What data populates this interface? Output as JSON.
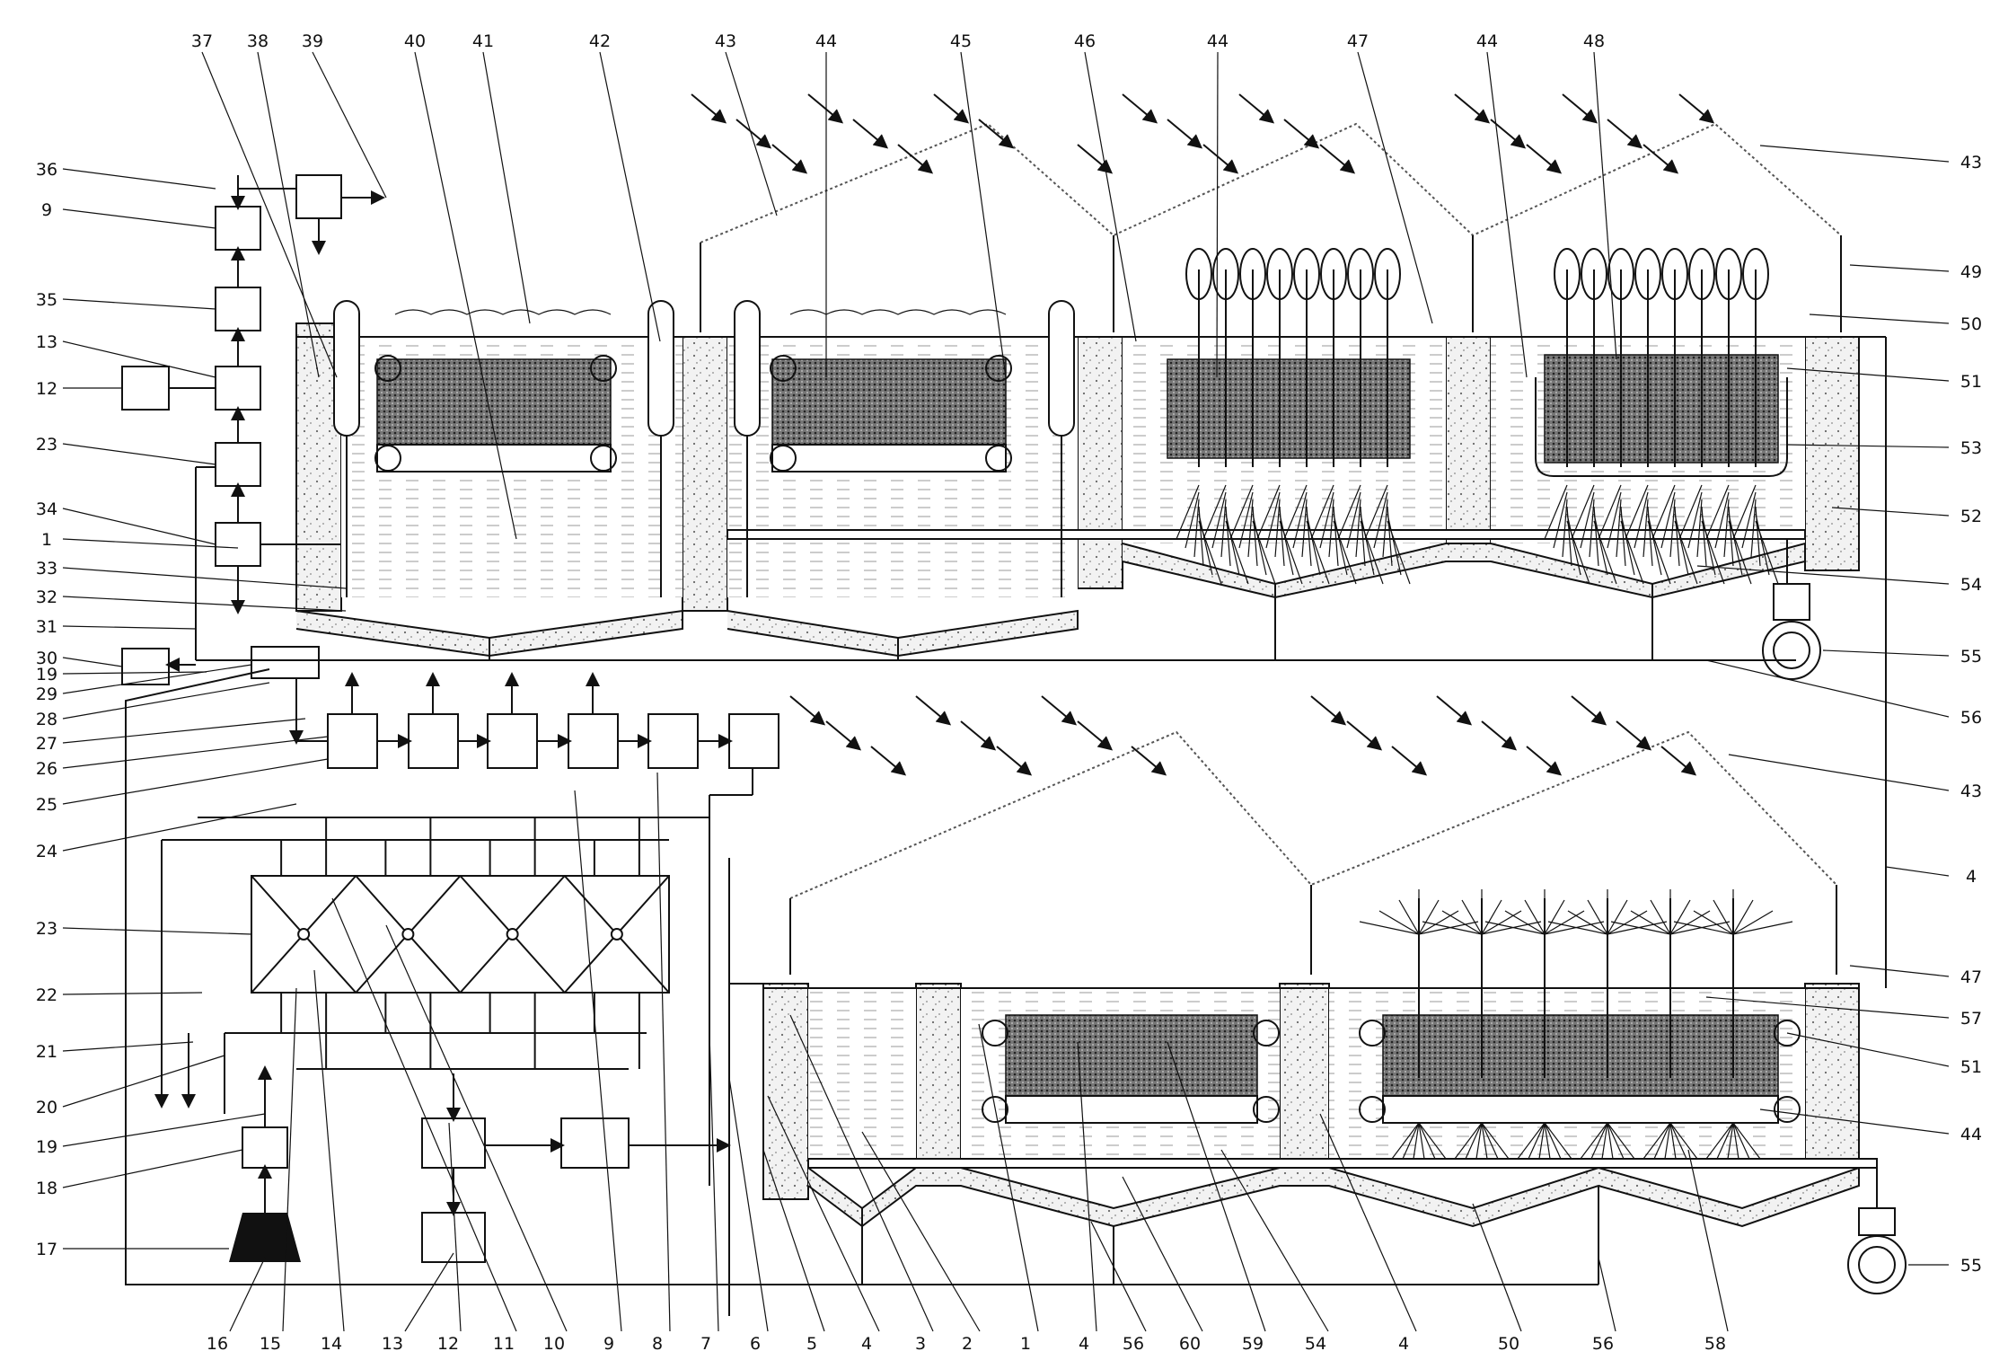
{
  "labels": {
    "top": [
      "37",
      "38",
      "39",
      "40",
      "41",
      "42",
      "43",
      "44",
      "45",
      "46",
      "44",
      "47",
      "44",
      "48"
    ],
    "left": [
      "36",
      "9",
      "35",
      "13",
      "12",
      "23",
      "34",
      "1",
      "33",
      "32",
      "31",
      "30",
      "19",
      "29",
      "28",
      "27",
      "26",
      "25",
      "24",
      "23",
      "22",
      "21",
      "20",
      "19",
      "18",
      "17"
    ],
    "right": [
      "43",
      "49",
      "50",
      "51",
      "53",
      "52",
      "54",
      "55",
      "56",
      "43",
      "4",
      "47",
      "57",
      "51",
      "44",
      "55"
    ],
    "bottom": [
      "16",
      "15",
      "14",
      "13",
      "12",
      "11",
      "10",
      "9",
      "8",
      "7",
      "6",
      "5",
      "4",
      "3",
      "2",
      "1",
      "4",
      "56",
      "60",
      "59",
      "54",
      "4",
      "50",
      "56",
      "58"
    ]
  }
}
